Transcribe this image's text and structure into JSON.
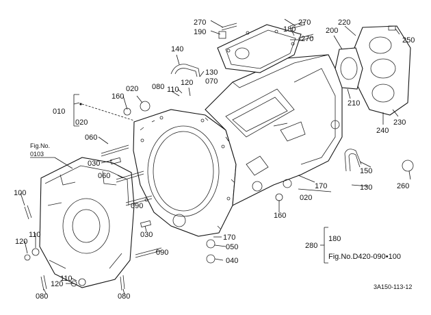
{
  "labels": {
    "p270a": "270",
    "p190": "190",
    "p270b": "270",
    "p180": "180",
    "p270c": "270",
    "p220": "220",
    "p200": "200",
    "p250": "250",
    "p140": "140",
    "p130": "130",
    "p070": "070",
    "p080": "080",
    "p110": "110",
    "p120": "120",
    "p160a": "160",
    "p020a": "020",
    "p010": "010",
    "p020b": "020",
    "p060a": "060",
    "p030a": "030",
    "p060b": "060",
    "p090a": "090",
    "p210": "210",
    "p240": "240",
    "p230": "230",
    "p150": "150",
    "p170a": "170",
    "p130b": "130",
    "p260": "260",
    "p020c": "020",
    "p160b": "160",
    "p100": "100",
    "p110b": "110",
    "p120b": "120",
    "p030b": "030",
    "p090b": "090",
    "p170b": "170",
    "p050": "050",
    "p040": "040",
    "p110c": "110",
    "p120c": "120",
    "p080b": "080",
    "p080c": "080"
  },
  "fig_ref": {
    "line1": "Fig.No.",
    "line2": "0103"
  },
  "callout": {
    "main": "280",
    "top": "180",
    "bottom": "Fig.No.D420-090•100"
  },
  "footer_code": "3A150-113-12"
}
